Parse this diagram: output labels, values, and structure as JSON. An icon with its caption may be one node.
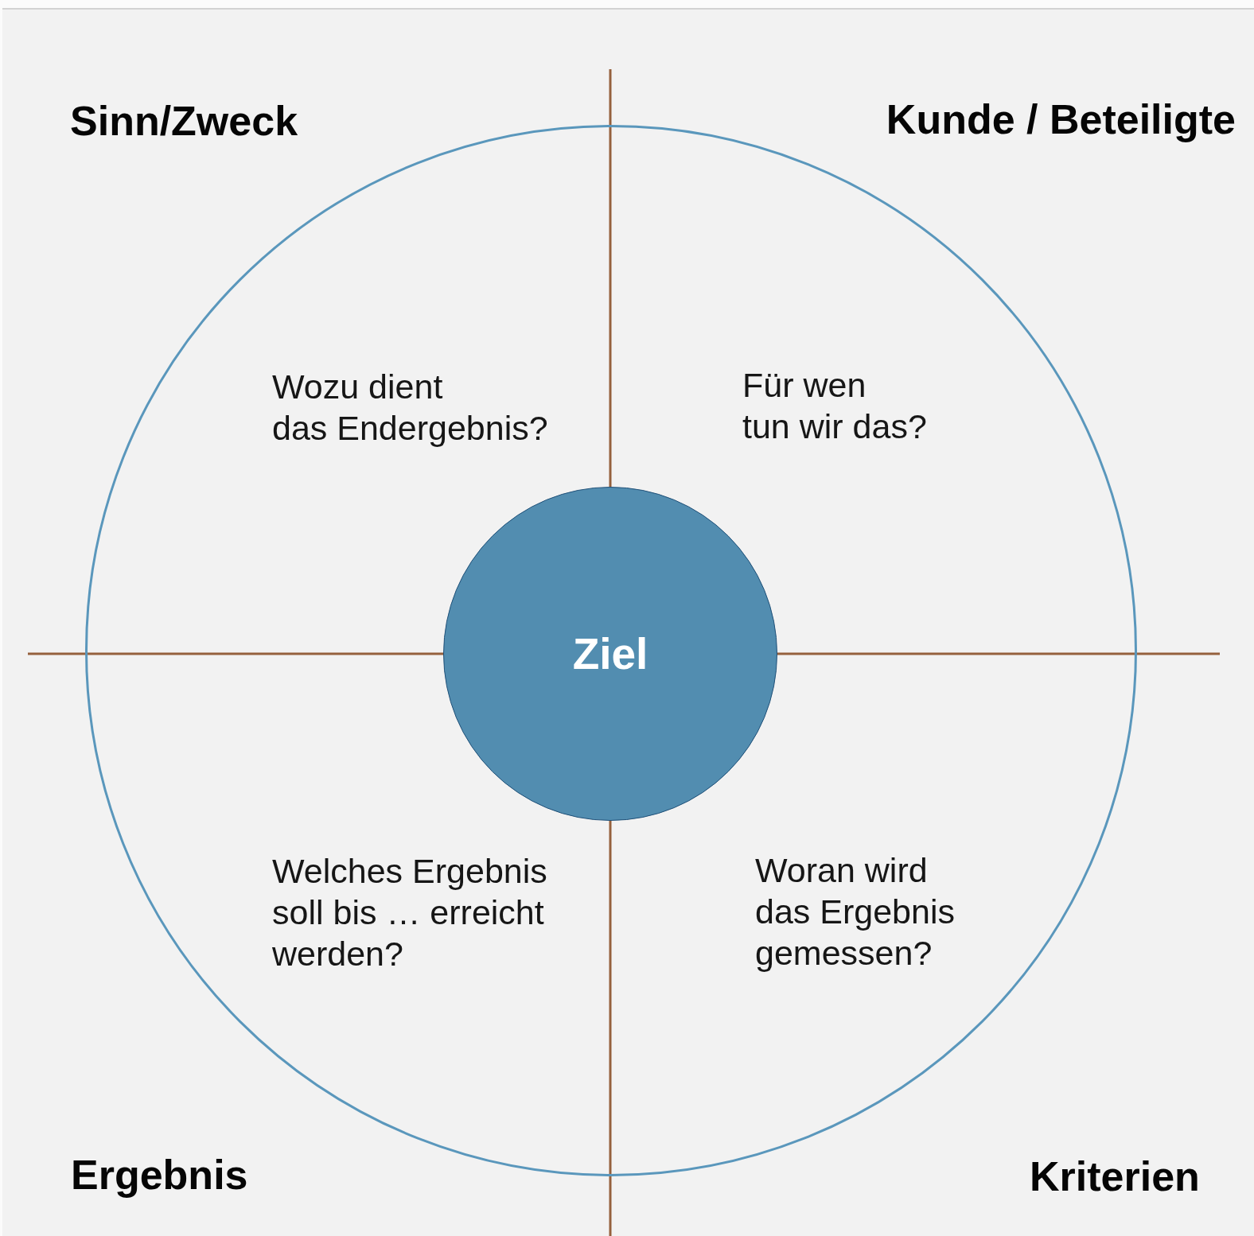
{
  "diagram": {
    "nodes": [
      {
        "text": [
          "Wozu dient das Endergebnis?",
          "Für wen tun wir das?",
          "Welches Ergebnis soll bis … erreicht werden?",
          "Woran wird das Ergebnis gemessen?"
        ]
      },
      {
        "text": [
          "Ziel"
        ],
        "in": 0
      }
    ],
    "labels": [
      "Sinn/Zweck",
      "Kunde / Beteiligte",
      "Ergebnis",
      "Kriterien"
    ]
  }
}
